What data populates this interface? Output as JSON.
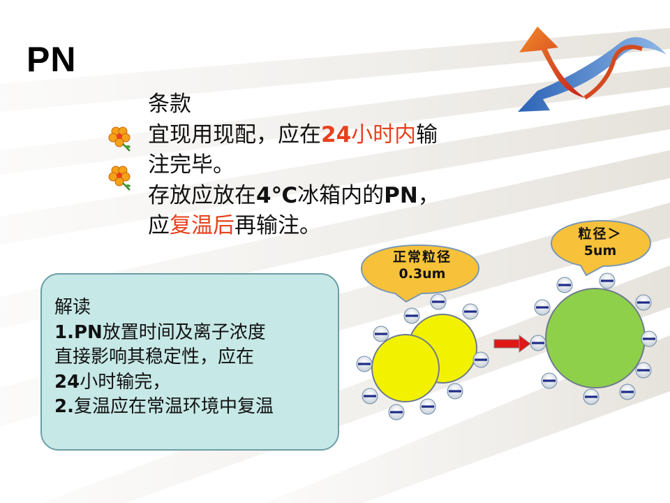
{
  "slide": {
    "title": "PN",
    "clause": {
      "heading": "条款",
      "line1_pre": "宜现用现配，应在",
      "line1_num": "24",
      "line1_red": "小时内",
      "line1_post": "输",
      "line2": "注完毕。",
      "line3_pre": "存放应放在",
      "line3_temp": "4℃",
      "line3_mid": "冰箱内的",
      "line3_pn": "PN",
      "line3_post": "，",
      "line4_pre": "应",
      "line4_red": "复温后",
      "line4_post": "再输注。"
    },
    "interpretation": {
      "heading": "解读",
      "l1_num": "1.PN",
      "l1_text": "放置时间及离子浓度",
      "l2": "直接影响其稳定性，应在",
      "l3_num": "24",
      "l3_text": "小时输完，",
      "l4_num": "2.",
      "l4_text": "复温应在常温环境中复温"
    },
    "bubble_normal": {
      "label": "正常粒径",
      "value": "0.3um"
    },
    "bubble_large": {
      "label": "粒径＞",
      "value": "5um"
    },
    "colors": {
      "accent_red": "#e8401c",
      "panel_fill": "#c6e8e6",
      "bubble_fill": "#f7c23a",
      "small_particle": "#f2f200",
      "large_particle": "#8ed04a",
      "arrow": "#e01818"
    },
    "icons": [
      "flower-bullet-icon",
      "swoosh-arrow-logo-icon",
      "right-arrow-icon",
      "ion-icon"
    ]
  }
}
